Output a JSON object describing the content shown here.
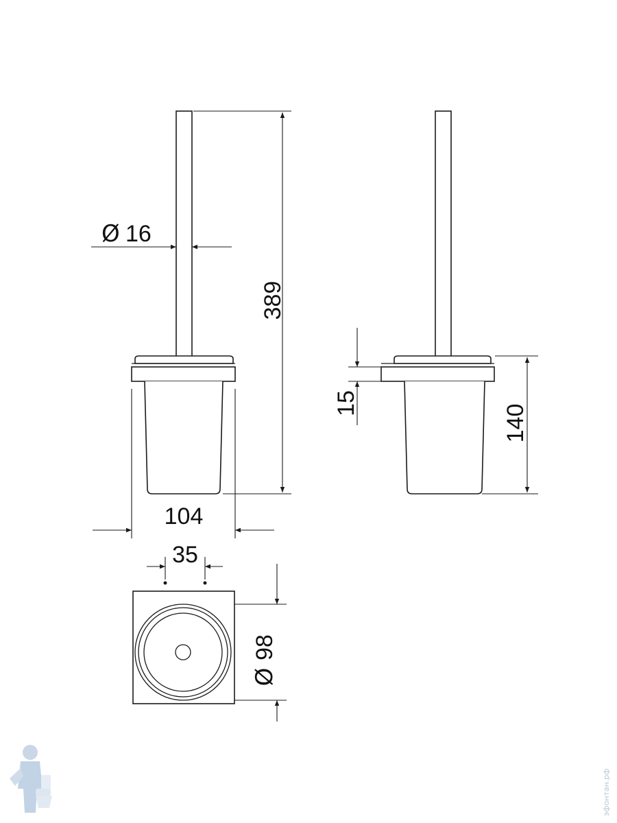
{
  "dimensions": {
    "total_height": "389",
    "rod_diameter": "16",
    "holder_width": "104",
    "plate_thickness": "15",
    "holder_height": "140",
    "hole_spacing": "35",
    "cup_diameter": "98",
    "diameter_symbol": "Ø"
  },
  "watermark": {
    "text": "эфонтан.рф",
    "icon": "plumber-mascot-icon"
  },
  "colors": {
    "line": "#1a1a1a",
    "watermark": "#b8c7d6"
  }
}
